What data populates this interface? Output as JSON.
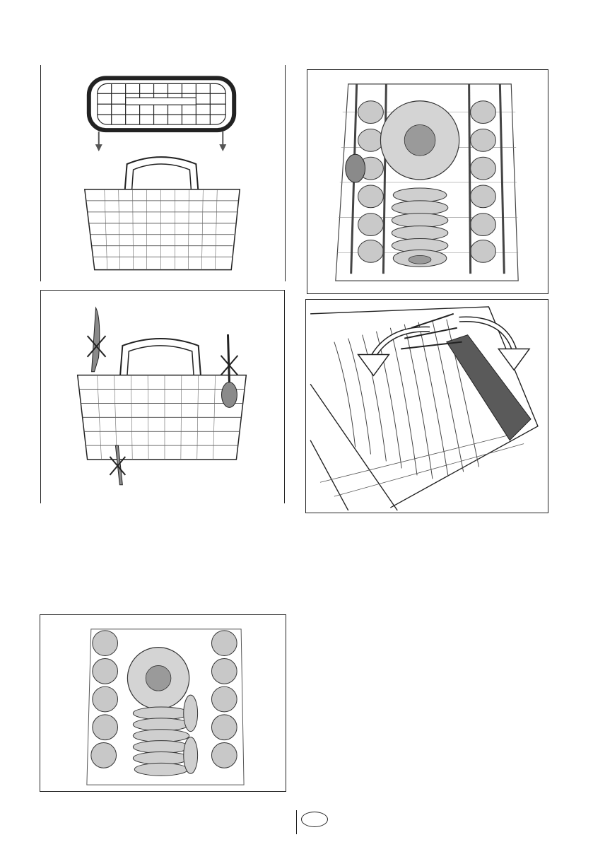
{
  "footer": {
    "language_badge": ""
  },
  "figures": [
    {
      "id": "cutlery-basket-grid-insert"
    },
    {
      "id": "cutlery-basket-wrong-placement"
    },
    {
      "id": "upper-rack-loaded"
    },
    {
      "id": "foldable-plate-supports"
    },
    {
      "id": "lower-rack-loaded"
    }
  ],
  "colors": {
    "line": "#222222",
    "utensil_fill": "#8a8a8a",
    "dish_fill": "#cfcfcf",
    "dish_center": "#9a9a9a"
  }
}
